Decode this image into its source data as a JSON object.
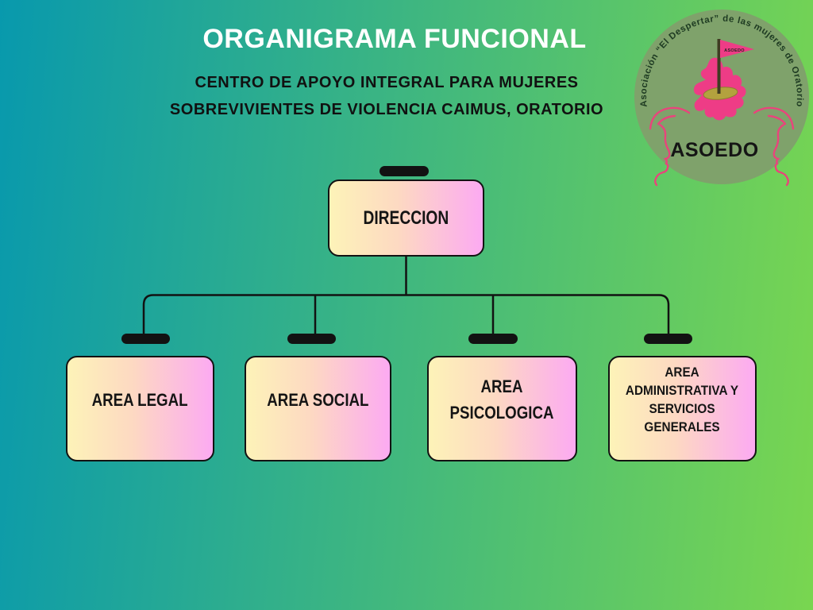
{
  "page": {
    "title": "ORGANIGRAMA FUNCIONAL",
    "subtitle_line1": "CENTRO DE APOYO INTEGRAL PARA MUJERES",
    "subtitle_line2": "SOBREVIVIENTES DE VIOLENCIA CAIMUS, ORATORIO"
  },
  "org_chart": {
    "type": "organizational-chart",
    "root": {
      "label_lines": [
        "DIRECCION"
      ]
    },
    "children": [
      {
        "label_lines": [
          "AREA LEGAL"
        ]
      },
      {
        "label_lines": [
          "AREA SOCIAL"
        ]
      },
      {
        "label_lines": [
          "AREA",
          "PSICOLOGICA"
        ]
      },
      {
        "label_lines": [
          "AREA",
          "ADMINISTRATIVA Y",
          "SERVICIOS",
          "GENERALES"
        ]
      }
    ]
  },
  "logo": {
    "arc_text": "Asociación “El Despertar” de las mujeres de Oratorio",
    "flag_label": "ASOEDO",
    "org_name": "ASOEDO"
  },
  "colors": {
    "bg_left": "#0899ad",
    "bg_right": "#79d650",
    "box_yellow": "#fdf3b8",
    "box_peach": "#fdd9c2",
    "box_pink": "#fcaaf2",
    "line_black": "#121212",
    "white": "#ffffff",
    "logo_circle": "#7fa26b",
    "logo_pink": "#e9447c",
    "map_pink": "#ee3c86",
    "olive": "#b3a23e",
    "arc_text": "#1e3b22",
    "pole": "#3f3b22"
  }
}
